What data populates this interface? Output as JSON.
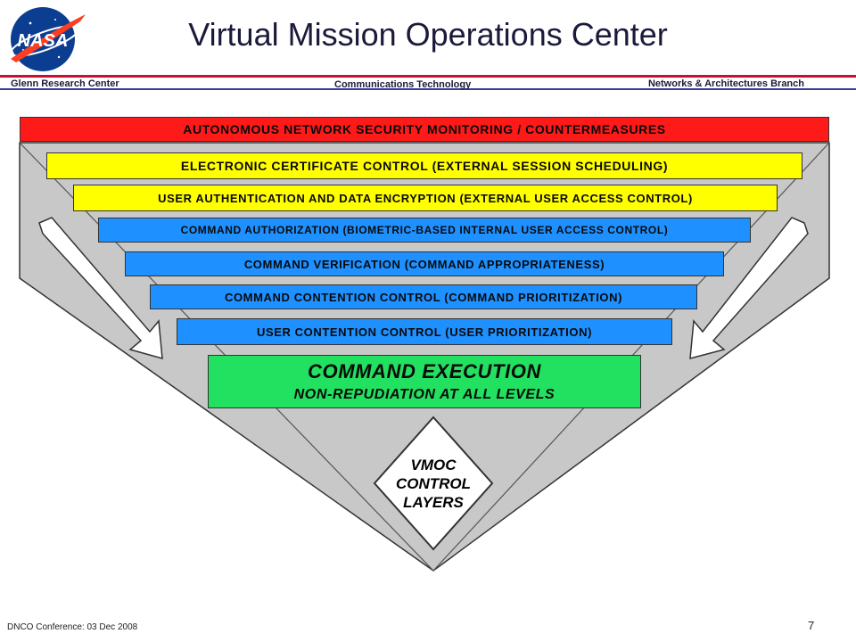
{
  "header": {
    "title": "Virtual Mission Operations Center",
    "left": "Glenn Research Center",
    "center": "Communications Technology",
    "right": "Networks & Architectures Branch",
    "logo_text": "NASA"
  },
  "diagram": {
    "layers": [
      {
        "label": "AUTONOMOUS NETWORK SECURITY MONITORING / COUNTERMEASURES",
        "color": "#ff1a1a"
      },
      {
        "label": "ELECTRONIC CERTIFICATE CONTROL (EXTERNAL SESSION SCHEDULING)",
        "color": "#ffff00"
      },
      {
        "label": "USER AUTHENTICATION AND DATA ENCRYPTION (EXTERNAL USER ACCESS CONTROL)",
        "color": "#ffff00"
      },
      {
        "label": "COMMAND AUTHORIZATION (BIOMETRIC-BASED INTERNAL USER ACCESS CONTROL)",
        "color": "#1e90ff"
      },
      {
        "label": "COMMAND VERIFICATION (COMMAND APPROPRIATENESS)",
        "color": "#1e90ff"
      },
      {
        "label": "COMMAND CONTENTION CONTROL (COMMAND PRIORITIZATION)",
        "color": "#1e90ff"
      },
      {
        "label": "USER CONTENTION CONTROL (USER PRIORITIZATION)",
        "color": "#1e90ff"
      }
    ],
    "execution": {
      "line1": "COMMAND EXECUTION",
      "line2": "NON-REPUDIATION AT ALL LEVELS",
      "color": "#22e060"
    },
    "diamond": {
      "line1": "VMOC",
      "line2": "CONTROL",
      "line3": "LAYERS"
    },
    "funnel_color": "#c8c8c8"
  },
  "footer": {
    "conference": "DNCO Conference: 03 Dec 2008",
    "page_number": "7"
  }
}
